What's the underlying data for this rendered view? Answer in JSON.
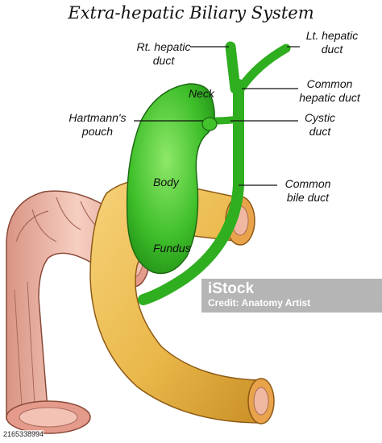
{
  "title": "Extra-hepatic Biliary System",
  "labels": {
    "rt_hepatic_duct": [
      "Rt. hepatic",
      "duct"
    ],
    "lt_hepatic_duct": [
      "Lt. hepatic",
      "duct"
    ],
    "common_hepatic_duct": [
      "Common",
      "hepatic duct"
    ],
    "neck": "Neck",
    "hartmanns_pouch": [
      "Hartmann's",
      "pouch"
    ],
    "cystic_duct": [
      "Cystic",
      "duct"
    ],
    "body": "Body",
    "common_bile_duct": [
      "Common",
      "bile duct"
    ],
    "fundus": "Fundus"
  },
  "watermark": {
    "logo": "iStock",
    "credit": "Credit: Anatomy Artist"
  },
  "stock_id": "2165338994",
  "colors": {
    "gallbladder": "#3fbf2a",
    "duct": "#2fae1f",
    "bowel": "#e8b0a0",
    "pancreas": "#eab84a"
  }
}
